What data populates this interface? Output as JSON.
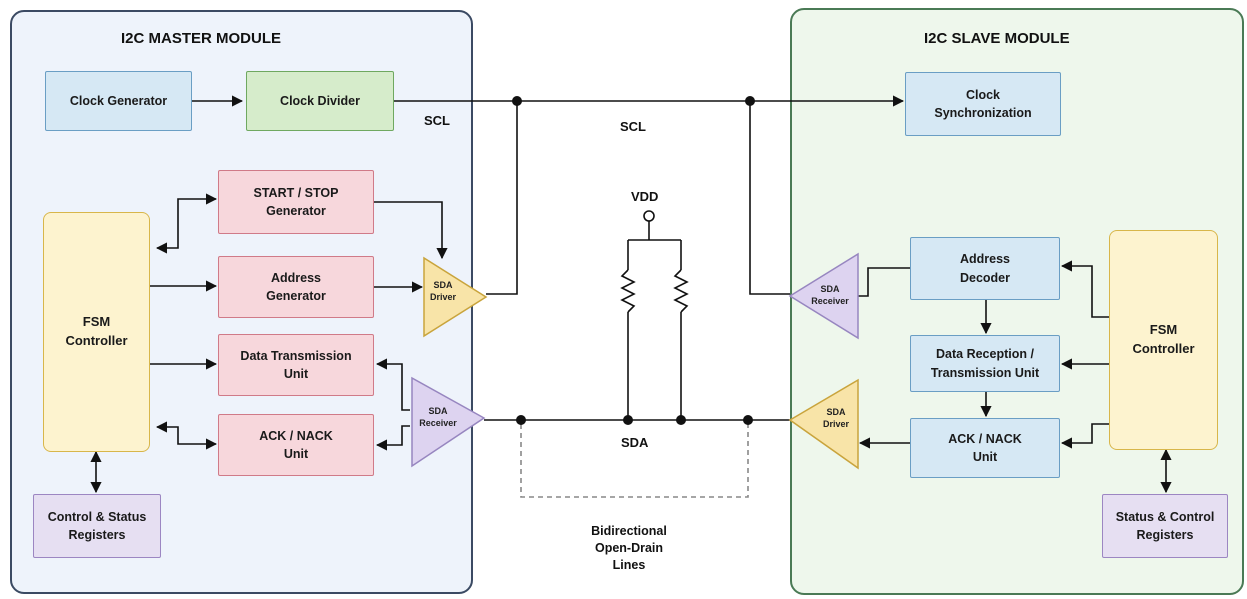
{
  "master": {
    "title": "I2C MASTER MODULE",
    "clock_generator": "Clock Generator",
    "clock_divider": "Clock Divider",
    "start_stop": "START / STOP\nGenerator",
    "address_generator": "Address\nGenerator",
    "data_transmission": "Data Transmission\nUnit",
    "ack_nack": "ACK / NACK\nUnit",
    "fsm": "FSM\nController",
    "registers": "Control & Status\nRegisters",
    "sda_driver": "SDA\nDriver",
    "sda_receiver": "SDA\nReceiver",
    "scl_label": "SCL"
  },
  "bus": {
    "scl": "SCL",
    "sda": "SDA",
    "vdd": "VDD",
    "note": "Bidirectional\nOpen-Drain\nLines"
  },
  "slave": {
    "title": "I2C SLAVE MODULE",
    "clock_sync": "Clock\nSynchronization",
    "address_decoder": "Address\nDecoder",
    "data_reception": "Data Reception /\nTransmission Unit",
    "ack_nack": "ACK / NACK\nUnit",
    "fsm": "FSM\nController",
    "registers": "Status & Control\nRegisters",
    "sda_receiver": "SDA\nReceiver",
    "sda_driver": "SDA\nDriver"
  },
  "colors": {
    "master_bg": "#eef3fb",
    "slave_bg": "#eef7ec",
    "blue_block": "#d6e8f4",
    "green_block": "#d6eccb",
    "pink_block": "#f7d7dc",
    "yellow_block": "#fdf3cf",
    "purple_block": "#e6dff2"
  }
}
